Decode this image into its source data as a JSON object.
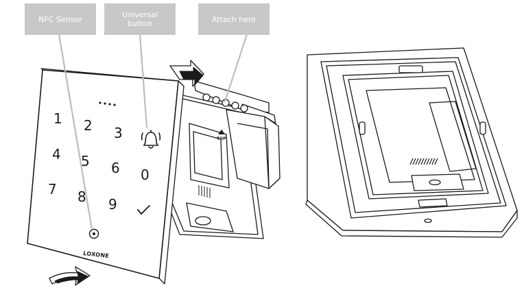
{
  "callouts": {
    "nfc_sensor": "NFC Sensor",
    "universal_button_line1": "Universal",
    "universal_button_line2": "button",
    "attach_here": "Attach here"
  },
  "keypad": {
    "keys": [
      "1",
      "2",
      "3",
      "4",
      "5",
      "6",
      "0",
      "7",
      "8",
      "9"
    ],
    "brand": "LOXONE",
    "top_label": "TOP"
  },
  "icons": {
    "led": "four-dot-led-indicator",
    "bell": "bell-icon",
    "check": "checkmark-icon",
    "nfc": "nfc-target-icon",
    "arrow": "push-arrow-icon"
  },
  "colors": {
    "callout_bg": "#c8c8c8",
    "callout_text": "#ffffff",
    "line": "#1a1a1a",
    "pointer": "#bdbdbd"
  }
}
